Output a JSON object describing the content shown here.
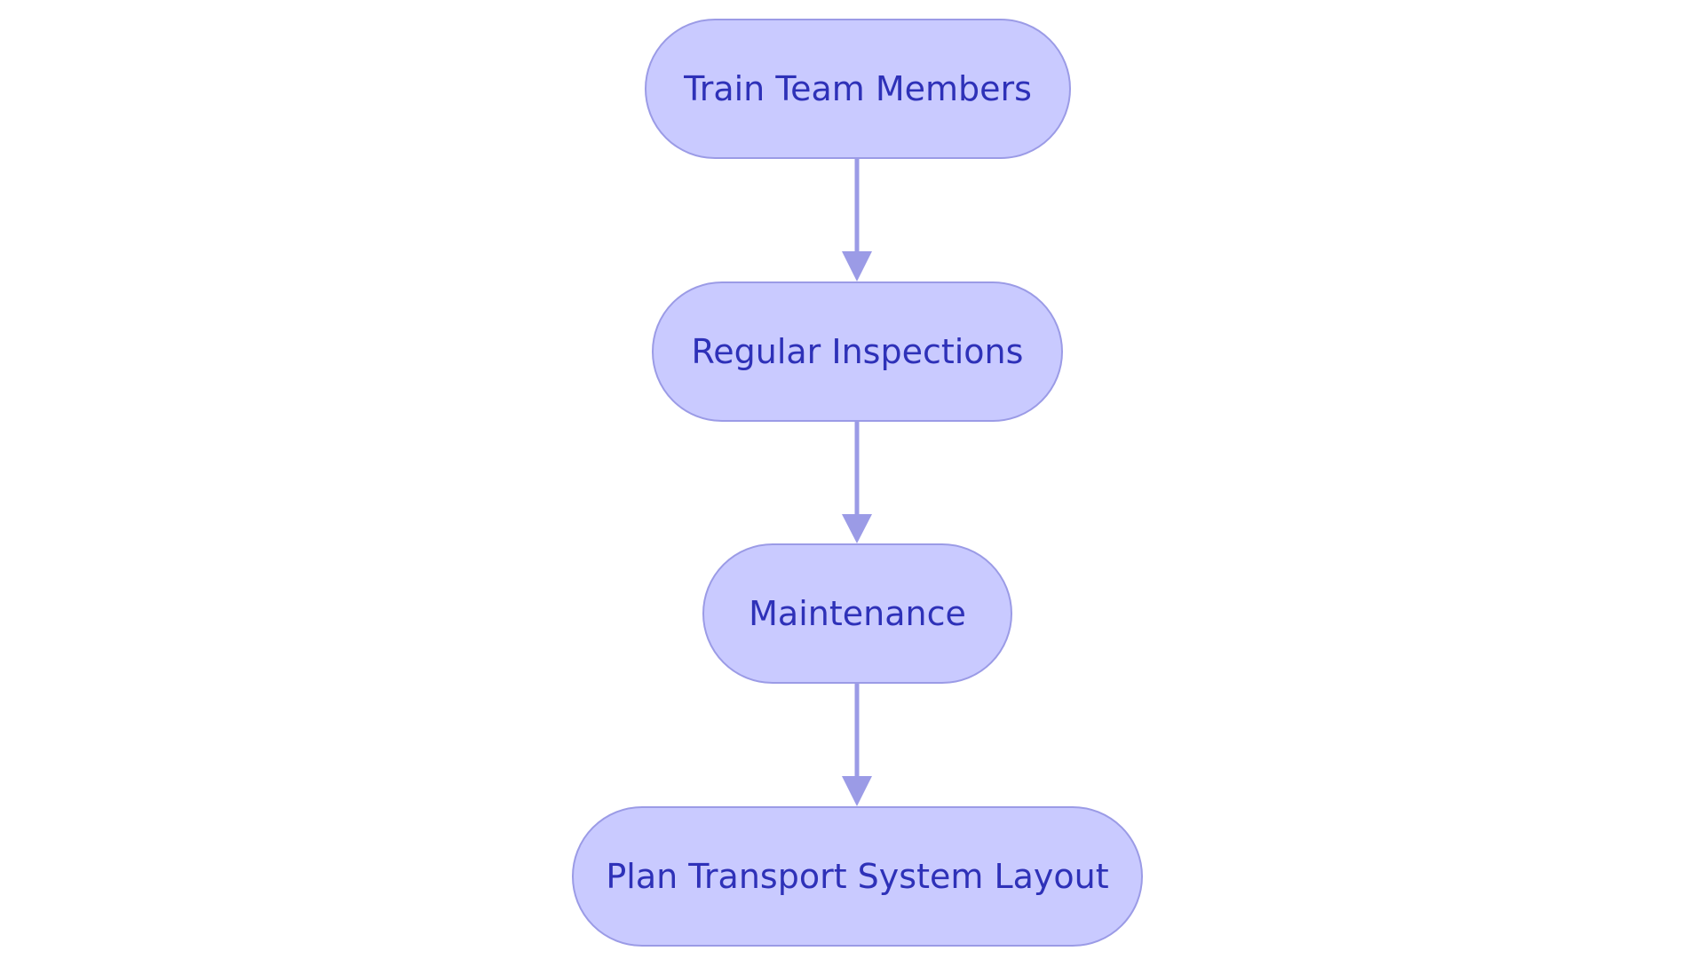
{
  "nodes": [
    {
      "label": "Train Team Members"
    },
    {
      "label": "Regular Inspections"
    },
    {
      "label": "Maintenance"
    },
    {
      "label": "Plan Transport System Layout"
    }
  ],
  "edges": [
    {
      "from": "Train Team Members",
      "to": "Regular Inspections"
    },
    {
      "from": "Regular Inspections",
      "to": "Maintenance"
    },
    {
      "from": "Maintenance",
      "to": "Plan Transport System Layout"
    }
  ],
  "colors": {
    "node_fill": "#c9caff",
    "node_border": "#9b9be6",
    "text": "#2e31b8",
    "edge": "#9b9be6"
  }
}
